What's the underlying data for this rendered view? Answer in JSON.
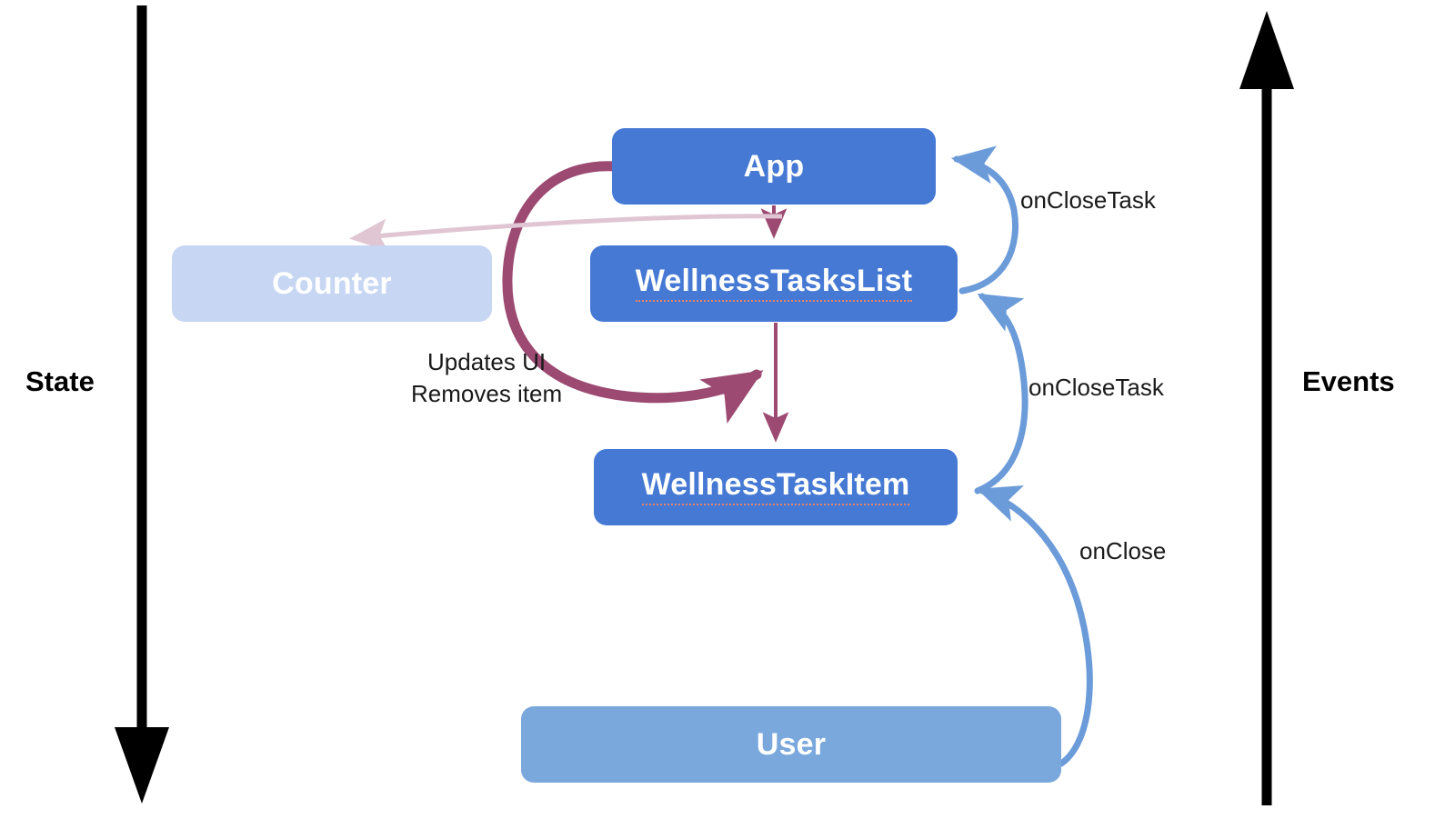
{
  "diagram": {
    "title": "Unidirectional data flow diagram",
    "background": "#ffffff",
    "axes": {
      "state": {
        "label": "State",
        "direction": "down",
        "color": "#000000"
      },
      "events": {
        "label": "Events",
        "direction": "up",
        "color": "#000000"
      }
    },
    "colors": {
      "node_primary": "#4579d4",
      "node_muted": "#c7d6f3",
      "node_user": "#7aa8dc",
      "event_arrow": "#6b9bd8",
      "state_arrow": "#9c4a72",
      "state_arrow_faded": "#e0c6d2",
      "spellcheck_underline": "#e8836a",
      "axis": "#000000",
      "node_text": "#ffffff",
      "label_text": "#1a1a1a"
    },
    "nodes": [
      {
        "id": "app",
        "label": "App",
        "tone": "primary"
      },
      {
        "id": "wellness-tasks-list",
        "label": "WellnessTasksList",
        "tone": "primary",
        "spellchecked": true
      },
      {
        "id": "wellness-task-item",
        "label": "WellnessTaskItem",
        "tone": "primary",
        "spellchecked": true
      },
      {
        "id": "counter",
        "label": "Counter",
        "tone": "muted"
      },
      {
        "id": "user",
        "label": "User",
        "tone": "user"
      }
    ],
    "edges": [
      {
        "id": "app-to-list",
        "from": "app",
        "to": "wellness-tasks-list",
        "label": "",
        "kind": "state"
      },
      {
        "id": "list-to-item",
        "from": "wellness-tasks-list",
        "to": "wellness-task-item",
        "label": "",
        "kind": "state"
      },
      {
        "id": "app-to-list-update",
        "from": "app",
        "to": "wellness-tasks-list",
        "label": "Updates UI\nRemoves item",
        "kind": "state"
      },
      {
        "id": "app-to-counter",
        "from": "app",
        "to": "counter",
        "label": "",
        "kind": "state-faded"
      },
      {
        "id": "list-to-app",
        "from": "wellness-tasks-list",
        "to": "app",
        "label": "onCloseTask",
        "kind": "event"
      },
      {
        "id": "item-to-list",
        "from": "wellness-task-item",
        "to": "wellness-tasks-list",
        "label": "onCloseTask",
        "kind": "event"
      },
      {
        "id": "user-to-item",
        "from": "user",
        "to": "wellness-task-item",
        "label": "onClose",
        "kind": "event"
      }
    ],
    "annotations": {
      "updates_line1": "Updates UI",
      "updates_line2": "Removes item",
      "onclosetask_upper": "onCloseTask",
      "onclosetask_lower": "onCloseTask",
      "onclose": "onClose"
    }
  }
}
